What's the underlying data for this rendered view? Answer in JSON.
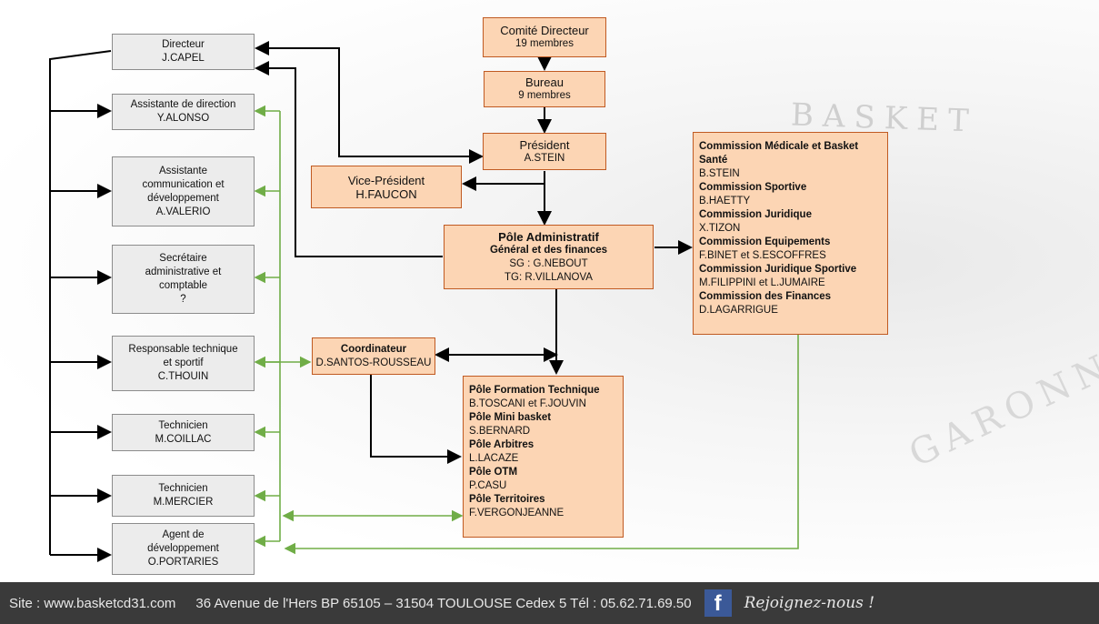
{
  "watermark": {
    "top": "BASKET",
    "bottom": "HAUTE GARONNE"
  },
  "colors": {
    "orange_fill": "#fcd5b4",
    "orange_border": "#c05a22",
    "grey_fill": "#ececec",
    "green_line": "#70ad47",
    "footer_bg": "#3a3a3a"
  },
  "left_column": [
    {
      "l1": "Directeur",
      "l2": "J.CAPEL"
    },
    {
      "l1": "Assistante de direction",
      "l2": "Y.ALONSO"
    },
    {
      "l1": "Assistante",
      "l2": "communication et",
      "l3": "développement",
      "l4": "A.VALERIO"
    },
    {
      "l1": "Secrétaire",
      "l2": "administrative et",
      "l3": "comptable",
      "l4": "?"
    },
    {
      "l1": "Responsable technique",
      "l2": "et sportif",
      "l3": "C.THOUIN"
    },
    {
      "l1": "Technicien",
      "l2": "M.COILLAC"
    },
    {
      "l1": "Technicien",
      "l2": "M.MERCIER"
    },
    {
      "l1": "Agent de",
      "l2": "développement",
      "l3": "O.PORTARIES"
    }
  ],
  "comite": {
    "title": "Comité Directeur",
    "members": "19 membres"
  },
  "bureau": {
    "title": "Bureau",
    "members": "9 membres"
  },
  "president": {
    "title": "Président",
    "name": "A.STEIN"
  },
  "vice_president": {
    "title": "Vice-Président",
    "name": "H.FAUCON"
  },
  "pole_admin": {
    "title": "Pôle Administratif",
    "subtitle": "Général et des finances",
    "sg": "SG : G.NEBOUT",
    "tg": "TG: R.VILLANOVA"
  },
  "coordinateur": {
    "title": "Coordinateur",
    "name": "D.SANTOS-ROUSSEAU"
  },
  "poles": [
    {
      "title": "Pôle Formation Technique",
      "name": "B.TOSCANI et F.JOUVIN"
    },
    {
      "title": "Pôle Mini basket",
      "name": "S.BERNARD"
    },
    {
      "title": "Pôle Arbitres",
      "name": "L.LACAZE"
    },
    {
      "title": "Pôle OTM",
      "name": "P.CASU"
    },
    {
      "title": "Pôle Territoires",
      "name": "F.VERGONJEANNE"
    }
  ],
  "commissions": [
    {
      "title": "Commission Médicale et Basket",
      "title2": "Santé",
      "name": "B.STEIN"
    },
    {
      "title": "Commission Sportive",
      "name": "B.HAETTY"
    },
    {
      "title": "Commission Juridique",
      "name": "X.TIZON"
    },
    {
      "title": "Commission Equipements",
      "name": "F.BINET et S.ESCOFFRES"
    },
    {
      "title": "Commission Juridique Sportive",
      "name": "M.FILIPPINI et L.JUMAIRE"
    },
    {
      "title": "Commission des Finances",
      "name": "D.LAGARRIGUE"
    }
  ],
  "footer": {
    "site": "Site : www.basketcd31.com",
    "address": "36 Avenue de l'Hers BP 65105 – 31504 TOULOUSE Cedex 5 Tél : 05.62.71.69.50",
    "fb_icon": "f",
    "join": "Rejoignez-nous !"
  }
}
